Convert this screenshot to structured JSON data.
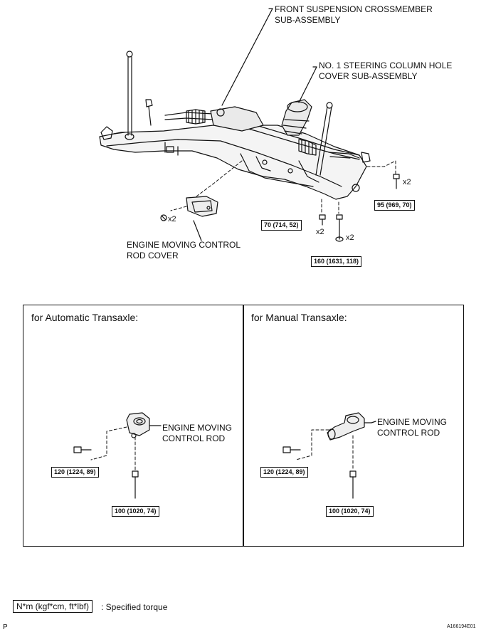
{
  "labels": {
    "crossmember_1": "FRONT SUSPENSION CROSSMEMBER",
    "crossmember_2": "SUB-ASSEMBLY",
    "steering_cover_1": "NO. 1 STEERING COLUMN HOLE",
    "steering_cover_2": "COVER SUB-ASSEMBLY",
    "rod_cover_1": "ENGINE MOVING CONTROL",
    "rod_cover_2": "ROD COVER",
    "rod_auto_1": "ENGINE MOVING",
    "rod_auto_2": "CONTROL ROD",
    "rod_manual_1": "ENGINE MOVING",
    "rod_manual_2": "CONTROL ROD"
  },
  "quantities": {
    "q_right": "x2",
    "q_cover": "x2",
    "q_70": "x2",
    "q_160": "x2"
  },
  "torques": {
    "t95": "95 (969, 70)",
    "t70": "70 (714, 52)",
    "t160": "160 (1631, 118)",
    "auto_120": "120 (1224, 89)",
    "auto_100": "100 (1020, 74)",
    "man_120": "120 (1224, 89)",
    "man_100": "100 (1020, 74)"
  },
  "panels": {
    "automatic_title": "for Automatic Transaxle:",
    "manual_title": "for Manual Transaxle:"
  },
  "legend": {
    "unit": "N*m (kgf*cm, ft*lbf)",
    "meaning": ": Specified torque"
  },
  "footer": {
    "left_mark": "P",
    "figure_id": "A166194E01"
  }
}
